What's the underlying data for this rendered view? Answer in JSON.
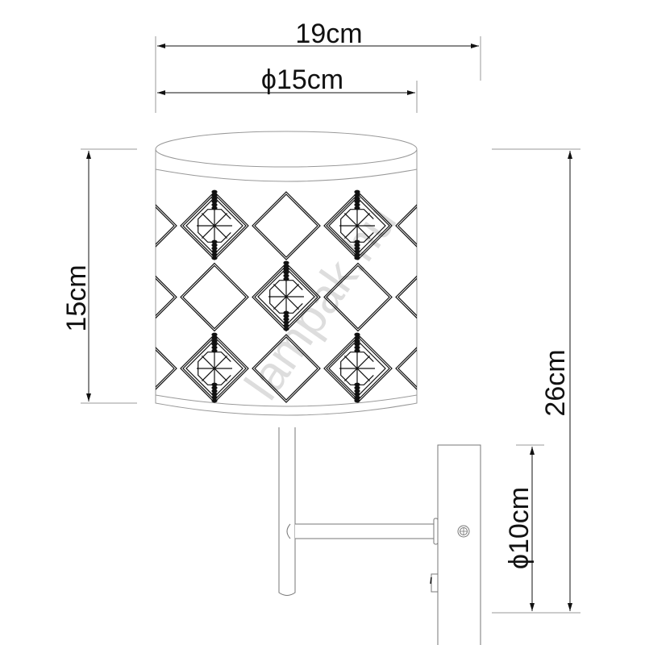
{
  "dimensions": {
    "total_width": "19cm",
    "shade_diameter": "ϕ15cm",
    "shade_height": "15cm",
    "total_height": "26cm",
    "base_diameter": "ϕ10cm"
  },
  "watermark": "lampak.hu",
  "colors": {
    "line": "#111111",
    "light_line": "#999999",
    "watermark": "#dddddd"
  }
}
